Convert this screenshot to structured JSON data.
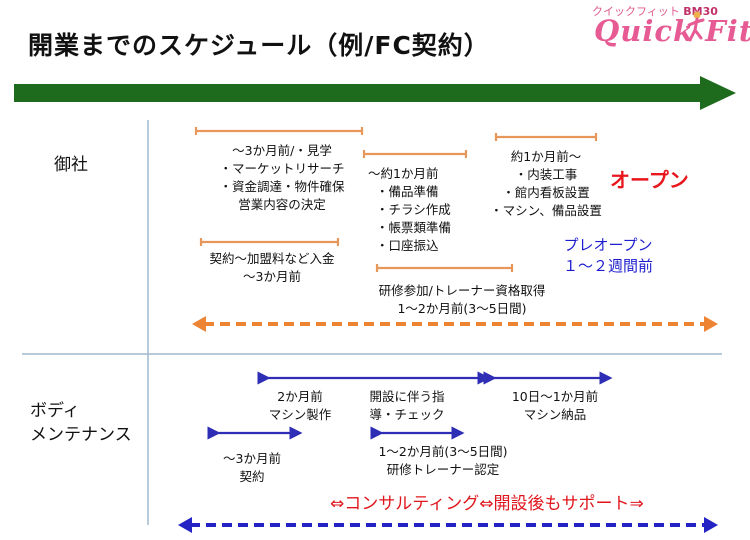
{
  "title": "開業までのスケジュール（例/FC契約）",
  "logo": {
    "kana": "クイックフィット",
    "badge": "BM30",
    "word": "Quick Fit"
  },
  "colors": {
    "main_arrow": "#1e6b1e",
    "company_bar": "#e8975a",
    "company_dashed": "#ec8433",
    "maintenance_bar": "#2d2db5",
    "maintenance_dashed": "#2424c4",
    "open_red": "#e8161d",
    "pre_open_blue": "#1d1dcf",
    "divider": "#9fb8cf"
  },
  "rows": {
    "company": {
      "label": "御社",
      "notes": {
        "n1": [
          "～3か月前/・見学",
          "・マーケットリサーチ",
          "・資金調達・物件確保",
          "営業内容の決定"
        ],
        "n2": [
          "～約1か月前",
          "・備品準備",
          "・チラシ作成",
          "・帳票類準備",
          "・口座振込"
        ],
        "n3": [
          "約1か月前～",
          "・内装工事",
          "・館内看板設置",
          "・マシン、備品設置"
        ],
        "n4": [
          "契約～加盟料など入金",
          "～3か月前"
        ],
        "n5": [
          "研修参加/トレーナー資格取得",
          "1～2か月前(3～5日間)"
        ]
      },
      "open_label": "オープン",
      "pre_open": [
        "プレオープン",
        "１～２週間前"
      ]
    },
    "maintenance": {
      "label_lines": [
        "ボディ",
        "メンテナンス"
      ],
      "notes": {
        "m1": [
          "2か月前",
          "マシン製作"
        ],
        "m2": [
          "開設に伴う指",
          "導・チェック"
        ],
        "m3": [
          "10日～1か月前",
          "マシン納品"
        ],
        "m4": [
          "～3か月前",
          "契約"
        ],
        "m5": [
          "1～2か月前(3～5日間)",
          "研修トレーナー認定"
        ]
      },
      "consulting": "⇔コンサルティング⇔開設後もサポート⇒"
    }
  }
}
